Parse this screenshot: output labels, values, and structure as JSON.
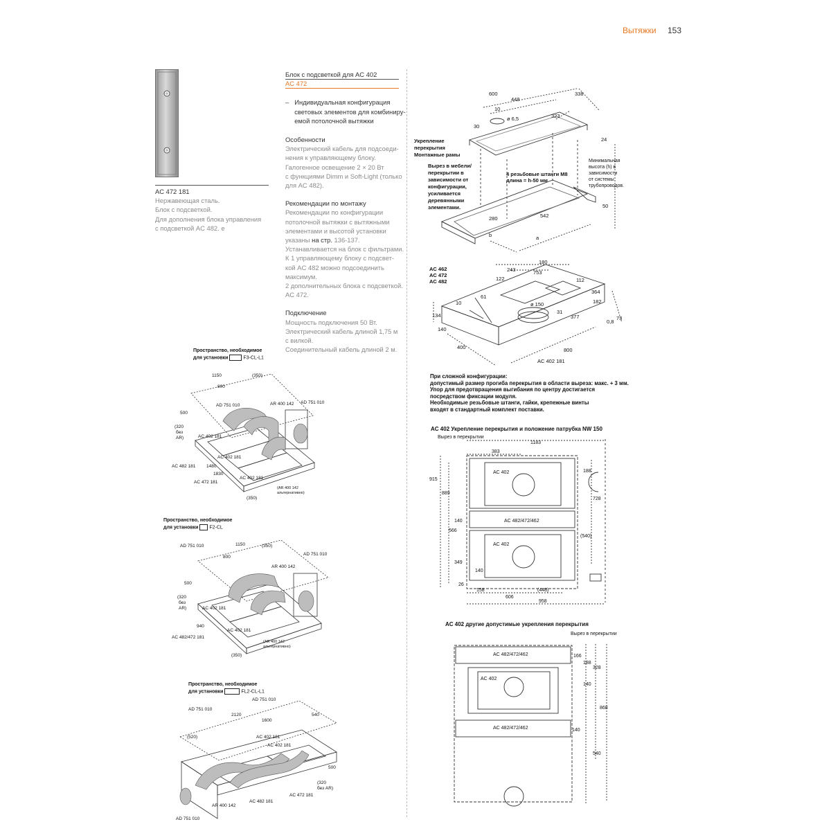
{
  "header": {
    "title": "Вытяжки",
    "page": "153"
  },
  "product": {
    "code": "AC 472 181",
    "lines": [
      "Нержавеющая сталь.",
      "Блок с подсветкой.",
      "Для дополнения блока управления",
      "с подсветкой AC 482. e"
    ]
  },
  "article": {
    "subtitle": "Блок с подсветкой для AC 402",
    "model": "AC 472",
    "bullet_dash": "–",
    "bullet_lines": [
      "Индивидуальная конфигурация",
      "световых элементов для комбиниру-",
      "емой потолочной вытяжки"
    ],
    "features_head": "Особенности",
    "features_lines": [
      "Электрический кабель для подсоеди-",
      "нения к управляющему блоку.",
      "Галогенное освещение 2 × 20 Вт",
      "с функциями Dimm и Soft-Light (только",
      "для AC 482)."
    ],
    "install_head": "Рекомендации по монтажу",
    "install_lines_a": [
      "Рекомендации по конфигурации",
      "потолочной вытяжки с вытяжными",
      "элементами и высотой установки"
    ],
    "install_ref_prefix": "указаны ",
    "install_ref_dark": "на стр.",
    "install_ref_suffix": " 136-137.",
    "install_lines_b": [
      "Устанавливается на блок с фильтрами.",
      "К 1 управляющему блоку с подсвет-",
      "кой AC 482 можно подсоединить",
      "максимум.",
      "2 дополнительных блока с подсветкой.",
      "AC 472."
    ],
    "connect_head": "Подключение",
    "connect_lines": [
      "Мощность подключения 50 Вт.",
      "Электрический кабель длиной 1,75 м",
      "с вилкой.",
      "Соединительный кабель длиной 2 м."
    ]
  },
  "diagram_top": {
    "labels": {
      "d600": "600",
      "d448": "448",
      "d338": "338",
      "d10": "10",
      "d65": "ø 6,5",
      "d323": "323",
      "d30": "30",
      "d24": "24",
      "mount_head1": "Укрепление",
      "mount_head2": "перекрытия",
      "mount_head3": "Монтажные рамы",
      "cut1": "Вырез в мебели/",
      "cut2": "перекрытии в",
      "cut3": "зависимости от",
      "cut4": "конфигурации,",
      "cut5": "усиливается",
      "cut6": "деревянными",
      "cut7": "элементами.",
      "rods1": "4 резьбовые штанги M8",
      "rods2": "длина = h-50 мм",
      "minh1": "Минимальная",
      "minh2": "высота (h) в",
      "minh3": "зависимости",
      "minh4": "от системы",
      "minh5": "трубопроводов.",
      "d50": "50",
      "d280": "280",
      "d542": "542",
      "b": "b",
      "a": "a",
      "ac462": "AC 462",
      "ac472": "AC 472",
      "ac482": "AC 482",
      "d180": "180",
      "d243": "243",
      "d753": "753",
      "d122": "122",
      "d112": "112",
      "d364": "364",
      "d182": "182",
      "d61": "61",
      "d10b": "10",
      "d150": "ø 150",
      "d31": "31",
      "d377": "377",
      "d134": "134",
      "d140": "140",
      "d08": "0,8",
      "d73": "73",
      "d400": "400",
      "d800": "800",
      "ac402181": "AC 402 181"
    },
    "note_lines": [
      "При сложной конфигурации:",
      "допустимый размер прогиба перекрытия в области выреза: макс. + 3 мм.",
      "Упор для предотвращения выгибания по центру достигается",
      "посредством фиксации модуля.",
      "Необходимые резьбовые штанги, гайки, крепежные винты",
      "входят в стандартный комплект поставки."
    ]
  },
  "diagram_mid": {
    "title": "AC 402 Укрепление перекрытия и положение патрубка NW 150",
    "cutout": "Вырез в перекрытии",
    "labels": {
      "d1183": "1183",
      "d383": "383",
      "d915": "915",
      "d889": "889",
      "ac402a": "AC 402",
      "d188": "188",
      "d728": "728",
      "d140a": "140",
      "d566": "566",
      "acmid": "AC 482/472/462",
      "d540": "(540)",
      "ac402b": "AC 402",
      "d349": "349",
      "d140b": "140",
      "d26": "26",
      "d158": "158",
      "d448": "(448)",
      "d606": "606",
      "d958": "958"
    }
  },
  "diagram_bot": {
    "title": "AC 402 другие допустимые укрепления перекрытия",
    "cutout": "Вырез в перекрытии",
    "labels": {
      "ac1": "AC 482/472/462",
      "ac402": "AC 402",
      "ac2": "AC 482/472/462",
      "d166": "166",
      "d188": "188",
      "d328": "328",
      "d140a": "140",
      "d868": "868",
      "d140b": "140",
      "d540": "540"
    }
  },
  "install_diagrams": [
    {
      "head1": "Пространство, необходимое",
      "head2": "для установки",
      "config": "F3-CL-L1",
      "labels": {
        "d1150": "1150",
        "d350": "(350)",
        "d800": "800",
        "ad1": "AD 751 010",
        "ar": "AR 400 142",
        "ad2": "AD 751 010",
        "d500": "500",
        "d320a": "(320",
        "d320b": "без",
        "d320c": "AR)",
        "ac1": "AC 402 181",
        "ac2": "AC 402 181",
        "ac3": "AC 402 181",
        "ac482": "AC 482 181",
        "d1480": "1480",
        "d1830": "1830",
        "ac472": "AC 472 181",
        "d350b": "(350)",
        "alt1": "(AR 400 142",
        "alt2": "альтернативно)"
      }
    },
    {
      "head1": "Пространство, необходимое",
      "head2": "для установки",
      "config": "F2-CL",
      "labels": {
        "ad1": "AD 751 010",
        "d1150": "1150",
        "d350": "(350)",
        "d800": "800",
        "ad2": "AD 751 010",
        "ar": "AR 400 142",
        "d500": "500",
        "d320a": "(320",
        "d320b": "без",
        "d320c": "AR)",
        "ac1": "AC 402 181",
        "d940": "940",
        "ac2": "AC 402 181",
        "ac482": "AC 482/472 181",
        "d350b": "(350)",
        "alt1": "(AR 400 142",
        "alt2": "альтернативно)"
      }
    },
    {
      "head1": "Пространство, необходимое",
      "head2": "для установки",
      "config": "FL2-CL-L1",
      "labels": {
        "ad1": "AD 751 010",
        "ad2": "AD 751 010",
        "d2120": "2120",
        "d1600": "1600",
        "d540": "540",
        "d520": "(520)",
        "ac1": "AC 402 181",
        "ac2": "AC 402 181",
        "d500": "500",
        "d320a": "(320",
        "d320b": "без AR)",
        "ac482": "AC 482 181",
        "ac472": "AC 472 181",
        "ar": "AR 400 142",
        "ad3": "AD 751 010"
      }
    }
  ]
}
